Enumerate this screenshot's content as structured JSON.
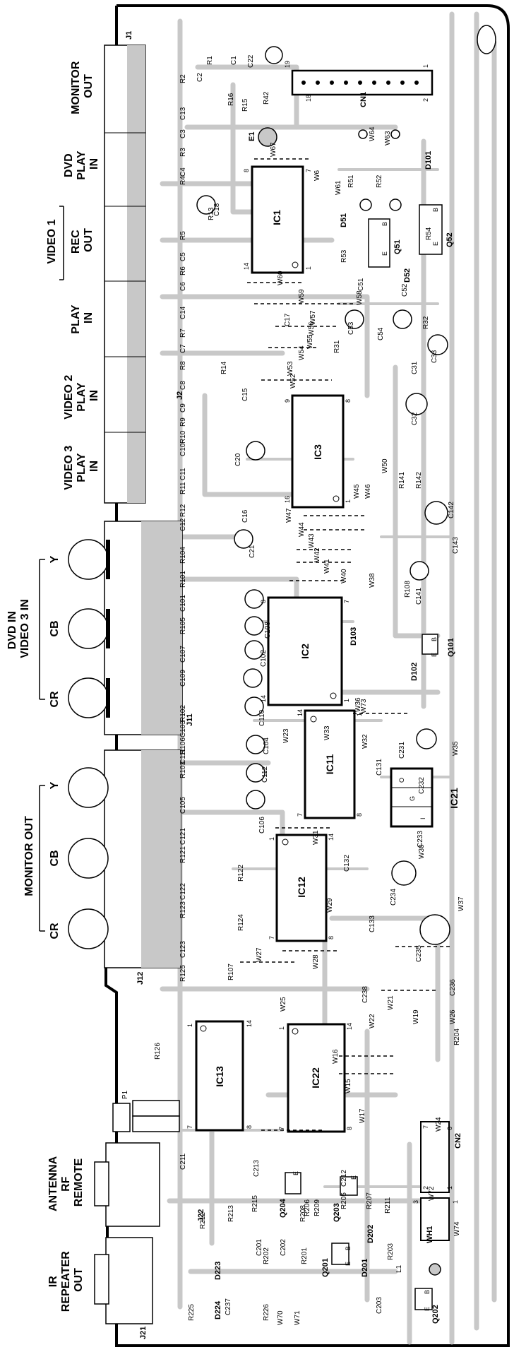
{
  "edge_labels": {
    "monitor_out_1": "MONITOR\nOUT",
    "dvd_play_in": "DVD\nPLAY\nIN",
    "rec_out": "REC\nOUT",
    "play_in": "PLAY\nIN",
    "video_1": "VIDEO 1",
    "video_2_play_in": "VIDEO 2\nPLAY\nIN",
    "video_3_play_in": "VIDEO 3\nPLAY\nIN",
    "y_1": "Y",
    "cb_1": "CB",
    "cr_1": "CR",
    "dvd_in_video_3_in": "DVD IN\nVIDEO 3 IN",
    "y_2": "Y",
    "cb_2": "CB",
    "cr_2": "CR",
    "monitor_out_2": "MONITOR OUT",
    "antenna_rf_remote": "ANTENNA\nRF\nREMOTE",
    "ir_repeater_out": "IR\nREPEATER\nOUT"
  },
  "connectors": {
    "j1": "J1",
    "j2": "J2",
    "j11": "J11",
    "j12": "J12",
    "j21": "J21",
    "j22": "J22",
    "cn1": "CN1",
    "cn2": "CN2",
    "p1": "P1",
    "wh1": "WH1"
  },
  "ics": {
    "ic1": "IC1",
    "ic2": "IC2",
    "ic3": "IC3",
    "ic11": "IC11",
    "ic12": "IC12",
    "ic13": "IC13",
    "ic21": "IC21",
    "ic22": "IC22"
  },
  "ic_pins": {
    "ic1": [
      "8",
      "14",
      "7",
      "1"
    ],
    "ic3": [
      "9",
      "16",
      "8",
      "1"
    ],
    "ic2": [
      "8",
      "14",
      "7",
      "1"
    ],
    "ic11": [
      "7",
      "8",
      "14",
      "1"
    ],
    "ic12": [
      "1",
      "7",
      "14",
      "8"
    ],
    "ic13": [
      "1",
      "14",
      "7",
      "8"
    ],
    "ic22": [
      "1",
      "14",
      "7",
      "8"
    ],
    "ic21": [
      "O",
      "G",
      "I"
    ],
    "cn1": [
      "19",
      "18",
      "1",
      "2"
    ],
    "cn2": [
      "7",
      "6",
      "2",
      "1"
    ],
    "wh1": [
      "3",
      "1"
    ]
  },
  "transistors": {
    "q51": "Q51",
    "q52": "Q52",
    "q101": "Q101",
    "q201": "Q201",
    "q202": "Q202",
    "q203": "Q203",
    "q204": "Q204"
  },
  "diodes": {
    "d51": "D51",
    "d52": "D52",
    "d101": "D101",
    "d102": "D102",
    "d103": "D103",
    "d201": "D201",
    "d202": "D202",
    "d223": "D223",
    "d224": "D224"
  },
  "misc": {
    "e1": "E1",
    "l1": "L1",
    "pin_b": "B",
    "pin_e": "E"
  },
  "resistors": [
    "R1",
    "R2",
    "R3",
    "R4",
    "R5",
    "R6",
    "R7",
    "R8",
    "R9",
    "R10",
    "R11",
    "R12",
    "R13",
    "R14",
    "R15",
    "R16",
    "R31",
    "R32",
    "R42",
    "R51",
    "R52",
    "R53",
    "R54",
    "R101",
    "R102",
    "R103",
    "R104",
    "R105",
    "R106",
    "R107",
    "R108",
    "R121",
    "R122",
    "R123",
    "R124",
    "R125",
    "R126",
    "R141",
    "R142",
    "R201",
    "R202",
    "R203",
    "R204",
    "R205",
    "R206",
    "R207",
    "R208",
    "R209",
    "R211",
    "R212",
    "R213",
    "R215",
    "R225",
    "R226"
  ],
  "capacitors": [
    "C1",
    "C2",
    "C3",
    "C4",
    "C5",
    "C6",
    "C7",
    "C8",
    "C9",
    "C10",
    "C11",
    "C12",
    "C13",
    "C14",
    "C15",
    "C16",
    "C17",
    "C18",
    "C20",
    "C21",
    "C22",
    "C31",
    "C32",
    "C33",
    "C51",
    "C52",
    "C53",
    "C54",
    "C101",
    "C102",
    "C103",
    "C104",
    "C105",
    "C106",
    "C107",
    "C108",
    "C109",
    "C110",
    "C111",
    "C112",
    "C121",
    "C122",
    "C123",
    "C131",
    "C132",
    "C133",
    "C141",
    "C142",
    "C143",
    "C201",
    "C202",
    "C203",
    "C211",
    "C212",
    "C213",
    "C231",
    "C232",
    "C233",
    "C234",
    "C235",
    "C236",
    "C237",
    "C238"
  ],
  "jumpers": [
    "W6",
    "W15",
    "W16",
    "W17",
    "W19",
    "W21",
    "W22",
    "W23",
    "W24",
    "W25",
    "W26",
    "W27",
    "W28",
    "W29",
    "W30",
    "W31",
    "W32",
    "W33",
    "W35",
    "W36",
    "W37",
    "W38",
    "W40",
    "W41",
    "W42",
    "W43",
    "W44",
    "W45",
    "W46",
    "W47",
    "W50",
    "W52",
    "W53",
    "W54",
    "W55",
    "W56",
    "W57",
    "W58",
    "W59",
    "W60",
    "W61",
    "W63",
    "W64",
    "W67",
    "W70",
    "W71",
    "W72",
    "W73",
    "W74"
  ]
}
